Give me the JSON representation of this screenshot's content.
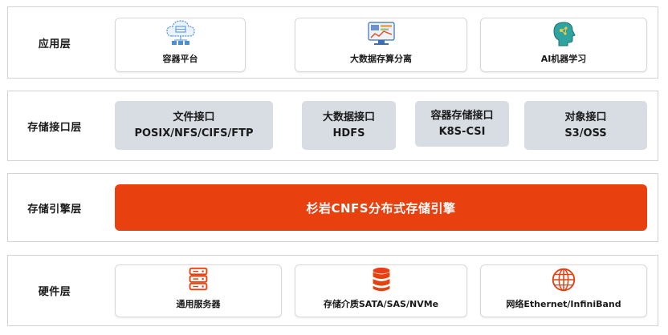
{
  "layers": {
    "app": {
      "label": "应用层",
      "cards": [
        {
          "label": "容器平台",
          "icon": "cloud-container-icon"
        },
        {
          "label": "大数据存算分离",
          "icon": "big-data-dashboard-icon"
        },
        {
          "label": "AI机器学习",
          "icon": "ai-head-icon"
        }
      ]
    },
    "interface": {
      "label": "存储接口层",
      "items": [
        {
          "title": "文件接口",
          "sub": "POSIX/NFS/CIFS/FTP"
        },
        {
          "title": "大数据接口",
          "sub": "HDFS"
        },
        {
          "title": "容器存储接口",
          "sub": "K8S-CSI"
        },
        {
          "title": "对象接口",
          "sub": "S3/OSS"
        }
      ]
    },
    "engine": {
      "label": "存储引擎层",
      "bar": "杉岩CNFS分布式存储引擎"
    },
    "hardware": {
      "label": "硬件层",
      "cards": [
        {
          "label": "通用服务器",
          "icon": "server-icon"
        },
        {
          "label": "存储介质SATA/SAS/NVMe",
          "icon": "database-icon"
        },
        {
          "label": "网络Ethernet/InfiniBand",
          "icon": "globe-icon"
        }
      ]
    }
  },
  "colors": {
    "accent": "#e8400e",
    "interface_box": "#d8dce3",
    "icon_blue": "#4a8fd6",
    "icon_orange": "#e8400e"
  }
}
